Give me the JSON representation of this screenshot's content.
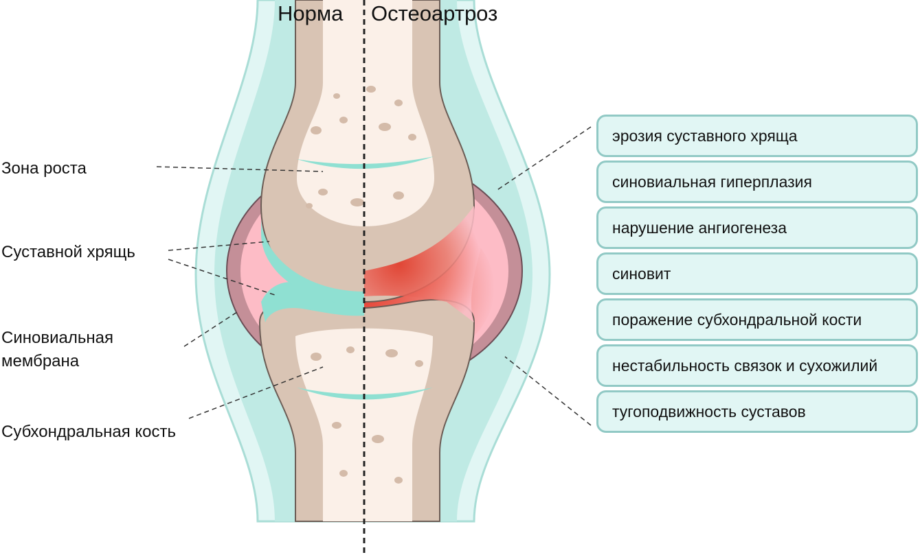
{
  "titles": {
    "normal": "Норма",
    "osteoarthritis": "Остеоартроз"
  },
  "left_labels": {
    "growth_zone": "Зона роста",
    "cartilage": "Суставной хрящь",
    "synovial_1": "Синовиальная",
    "synovial_2": "мембрана",
    "subchondral": "Субхондральная кость"
  },
  "right_boxes": [
    "эрозия суставного хряща",
    "синовиальная гиперплазия",
    "нарушение ангиогенеза",
    "синовит",
    "поражение субхондральной кости",
    "нестабильность связок и сухожилий",
    "тугоподвижность суставов"
  ],
  "colors": {
    "capsule": "#e1f6f4",
    "cartilage": "#8fe0d2",
    "bone": "#d9c4b4",
    "marrow": "#fbf0e8",
    "synovial": "#c48f98",
    "fluid": "#fdbcc6",
    "inflammation": "#e03a2a"
  }
}
